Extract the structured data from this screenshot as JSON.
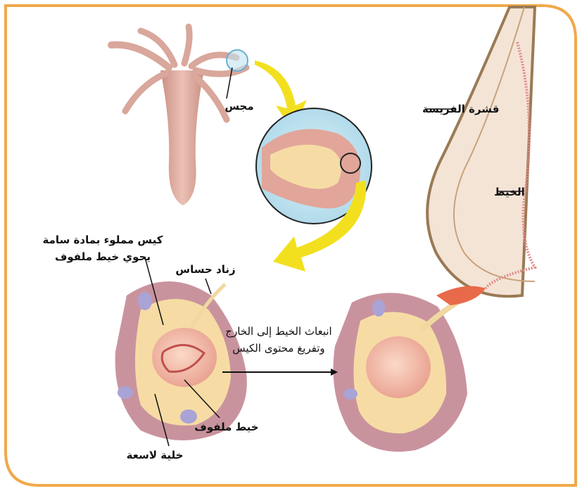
{
  "labels": {
    "cnidocyte_tentacle": "مجس",
    "prey_shell": "قشرة الفريسة",
    "thread": "الخيط",
    "venom_sac_line1": "كيس مملوء بمادة سامة",
    "venom_sac_line2": "يحوي خيط ملفوف",
    "trigger": "زناد حساس",
    "coiled_thread": "خيط ملفوف",
    "stinging_cell": "خلية لاسعة",
    "discharge_line1": "انبعاث الخيط إلى الخارج",
    "discharge_line2": "وتفريغ محتوى الكيس"
  },
  "colors": {
    "frame": "#f0a94a",
    "arrow": "#f2e01f",
    "hydra": "#d9a79b",
    "magnify_bg": "#bfe3f0",
    "cell_body": "#c9939e",
    "cell_inner": "#f6dca4",
    "sac": "#f1c4ad",
    "prey": "#f4e4d6",
    "prey_edge": "#9a7a55",
    "thread": "#e08a8a"
  }
}
